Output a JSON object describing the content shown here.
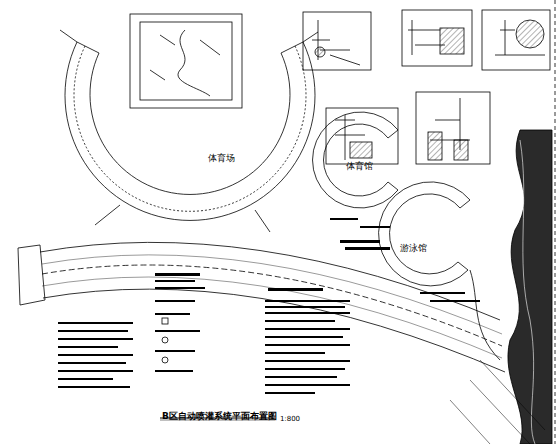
{
  "diagram": {
    "title": "B区自动喷灌系统平面布置图",
    "labels": [
      "体育场",
      "体育馆",
      "游泳馆",
      "1:800"
    ]
  }
}
